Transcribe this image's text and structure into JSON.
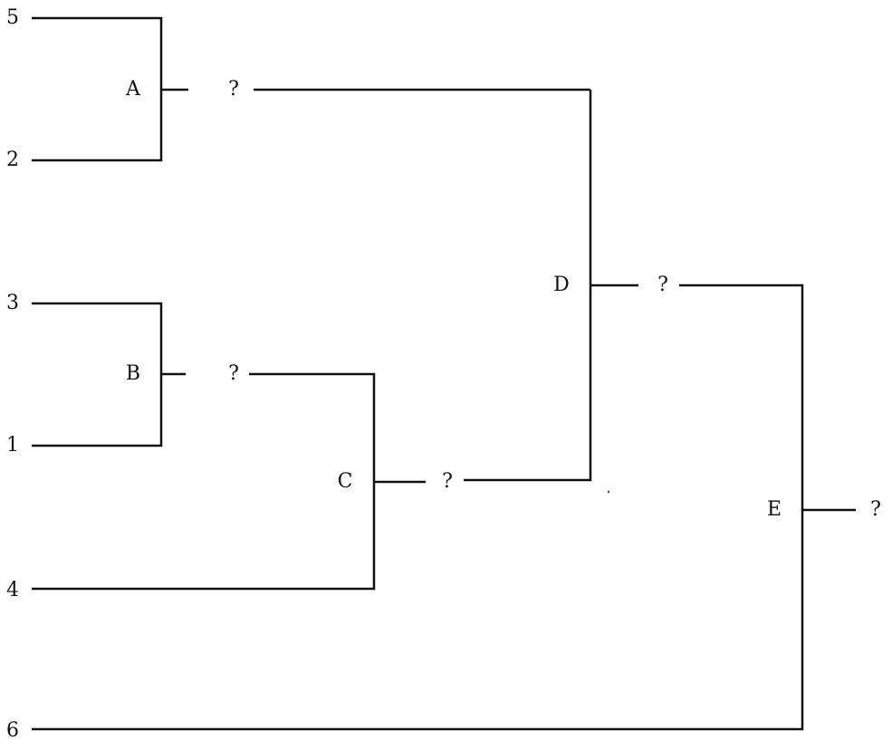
{
  "diagram": {
    "type": "tournament-bracket",
    "entrants": {
      "e5": "5",
      "e2": "2",
      "e3": "3",
      "e1": "1",
      "e4": "4",
      "e6": "6"
    },
    "matches": {
      "A": {
        "label": "A",
        "result": "?"
      },
      "B": {
        "label": "B",
        "result": "?"
      },
      "C": {
        "label": "C",
        "result": "?"
      },
      "D": {
        "label": "D",
        "result": "?"
      },
      "E": {
        "label": "E",
        "result": "?"
      }
    }
  }
}
